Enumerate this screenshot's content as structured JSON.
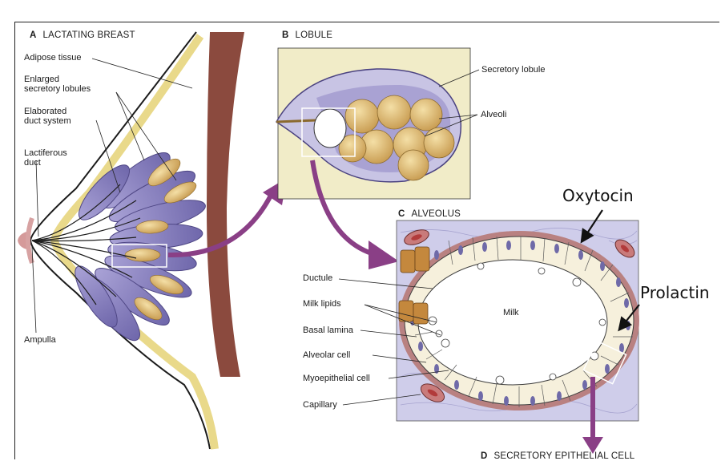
{
  "panels": {
    "a": {
      "letter": "A",
      "title": "LACTATING BREAST"
    },
    "b": {
      "letter": "B",
      "title": "LOBULE"
    },
    "c": {
      "letter": "C",
      "title": "ALVEOLUS"
    },
    "d": {
      "letter": "D",
      "title": "SECRETORY EPITHELIAL CELL"
    }
  },
  "labels": {
    "adipose": "Adipose tissue",
    "enlarged": "Enlarged\nsecretory lobules",
    "elaborated": "Elaborated\nduct system",
    "lactiferous": "Lactiferous\nduct",
    "ampulla": "Ampulla",
    "secretory_lobule": "Secretory lobule",
    "alveoli": "Alveoli",
    "ductule": "Ductule",
    "milk_lipids": "Milk lipids",
    "basal_lamina": "Basal lamina",
    "alveolar_cell": "Alveolar cell",
    "myoepithelial": "Myoepithelial cell",
    "capillary": "Capillary",
    "milk": "Milk"
  },
  "annotations": {
    "oxytocin": "Oxytocin",
    "prolactin": "Prolactin"
  },
  "colors": {
    "lobule_purple": "#8f86c4",
    "alveolus_gold": "#d8b26a",
    "arrow_purple": "#8a3f86",
    "tissue_bg": "#c9c8e6",
    "muscle_pink": "#c58b8b",
    "skin_yellow": "#f3e6a8"
  }
}
